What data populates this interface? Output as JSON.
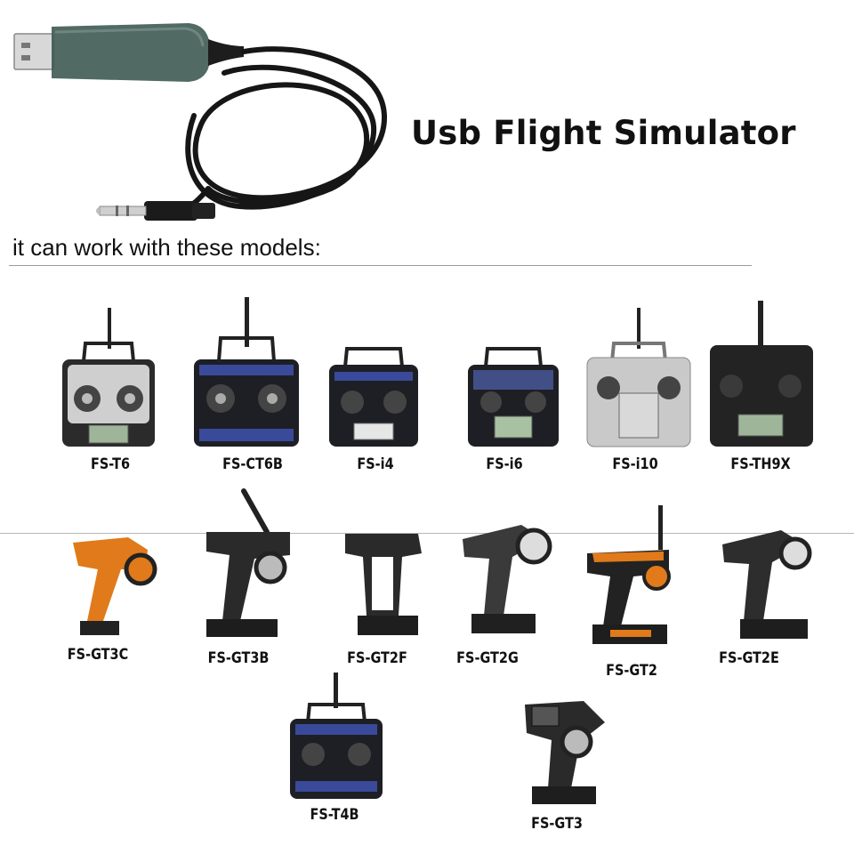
{
  "header": {
    "title": "Usb Flight Simulator",
    "subtitle": "it can work with these models:"
  },
  "models": [
    {
      "label": "FS-T6",
      "style": "air"
    },
    {
      "label": "FS-CT6B",
      "style": "air"
    },
    {
      "label": "FS-i4",
      "style": "air"
    },
    {
      "label": "FS-i6",
      "style": "air"
    },
    {
      "label": "FS-i10",
      "style": "air"
    },
    {
      "label": "FS-TH9X",
      "style": "air"
    },
    {
      "label": "FS-GT3C",
      "style": "pistol"
    },
    {
      "label": "FS-GT3B",
      "style": "pistol"
    },
    {
      "label": "FS-GT2F",
      "style": "pistol"
    },
    {
      "label": "FS-GT2G",
      "style": "pistol"
    },
    {
      "label": "FS-GT2",
      "style": "pistol"
    },
    {
      "label": "FS-GT2E",
      "style": "pistol"
    },
    {
      "label": "FS-T4B",
      "style": "air"
    },
    {
      "label": "FS-GT3",
      "style": "pistol"
    }
  ],
  "colors": {
    "cable": "#161616",
    "usb_housing": "#3e5a52",
    "accent_blue": "#3a4a9a",
    "accent_orange": "#e07a1a",
    "silver": "#c9c9c9"
  }
}
